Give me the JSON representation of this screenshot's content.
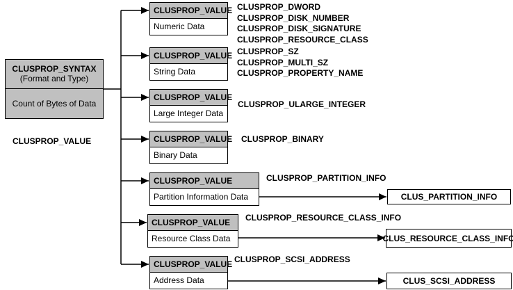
{
  "diagram": {
    "colors": {
      "background": "#ffffff",
      "box_header_fill": "#c0c0c0",
      "box_body_fill": "#ffffff",
      "border": "#000000",
      "line": "#000000",
      "text": "#000000"
    },
    "main_box": {
      "title": "CLUSPROP_SYNTAX",
      "subtitle": "(Format and Type)",
      "bottom_cell": "Count of Bytes of Data"
    },
    "root_label": "CLUSPROP_VALUE",
    "value_boxes": [
      {
        "header": "CLUSPROP_VALUE",
        "body": "Numeric Data",
        "labels": [
          "CLUSPROP_DWORD",
          "CLUSPROP_DISK_NUMBER",
          "CLUSPROP_DISK_SIGNATURE",
          "CLUSPROP_RESOURCE_CLASS"
        ]
      },
      {
        "header": "CLUSPROP_VALUE",
        "body": "String Data",
        "labels": [
          "CLUSPROP_SZ",
          "CLUSPROP_MULTI_SZ",
          "CLUSPROP_PROPERTY_NAME"
        ]
      },
      {
        "header": "CLUSPROP_VALUE",
        "body": "Large Integer Data",
        "labels": [
          "CLUSPROP_ULARGE_INTEGER"
        ]
      },
      {
        "header": "CLUSPROP_VALUE",
        "body": "Binary Data",
        "labels": [
          "CLUSPROP_BINARY"
        ]
      },
      {
        "header": "CLUSPROP_VALUE",
        "body": "Partition Information Data",
        "labels": [
          "CLUSPROP_PARTITION_INFO"
        ],
        "target": "CLUS_PARTITION_INFO"
      },
      {
        "header": "CLUSPROP_VALUE",
        "body": "Resource Class Data",
        "labels": [
          "CLUSPROP_RESOURCE_CLASS_INFO"
        ],
        "target": "CLUS_RESOURCE_CLASS_INFO"
      },
      {
        "header": "CLUSPROP_VALUE",
        "body": "Address Data",
        "labels": [
          "CLUSPROP_SCSI_ADDRESS"
        ],
        "target": "CLUS_SCSI_ADDRESS"
      }
    ]
  }
}
